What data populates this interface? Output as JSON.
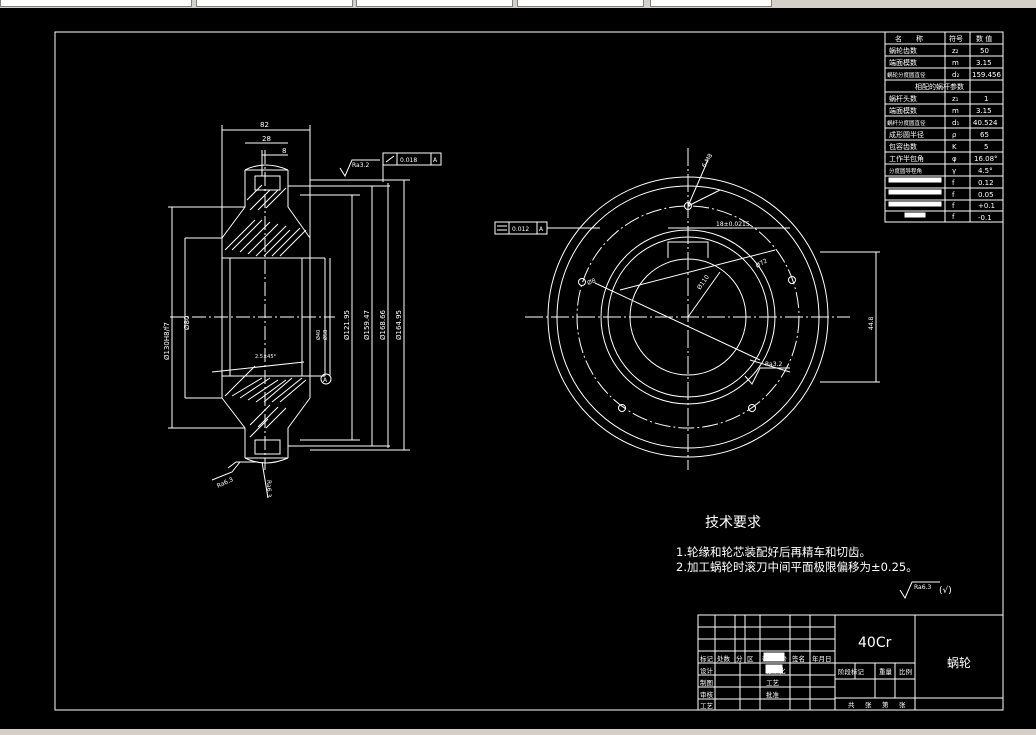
{
  "window": {
    "tabs": [
      "",
      "",
      "",
      "",
      ""
    ]
  },
  "params": {
    "header": [
      "名　　称",
      "符号",
      "数 值"
    ],
    "rows": [
      [
        "蜗轮齿数",
        "z₂",
        "50"
      ],
      [
        "端面模数",
        "m",
        "3.15"
      ],
      [
        "蜗轮分度圆直径",
        "d₂",
        "159.456"
      ]
    ],
    "subheader": "相配的蜗杆参数",
    "rows2": [
      [
        "蜗杆头数",
        "z₁",
        "1"
      ],
      [
        "端面模数",
        "m",
        "3.15"
      ],
      [
        "蜗杆分度圆直径",
        "d₁",
        "40.524"
      ],
      [
        "成形圆半径",
        "ρ",
        "65"
      ],
      [
        "包容齿数",
        "K",
        "5"
      ],
      [
        "工作半包角",
        "φ",
        "16.08°"
      ],
      [
        "分度圆导程角",
        "γ",
        "4.5°"
      ],
      [
        "",
        "f",
        "0.12"
      ],
      [
        "",
        "f",
        "0.05"
      ],
      [
        "",
        "f",
        "+0.1"
      ],
      [
        "",
        "f",
        "-0.1"
      ]
    ]
  },
  "side_view": {
    "dims": [
      "82",
      "28",
      "8",
      "Ø130H8/f7",
      "Ø80",
      "Ø40",
      "Ø58",
      "Ø121.95",
      "Ø159.47",
      "Ø168.66",
      "Ø164.95",
      "2.5×45°",
      "Ra3.2",
      "Ra6.3",
      "0.018",
      "A",
      "A",
      "Ra6.3"
    ]
  },
  "front_view": {
    "dims": [
      "6-M8",
      "18±0.0215",
      "Ø72",
      "Ø110",
      "Ø8",
      "0.012",
      "A",
      "Ra3.2",
      "44.8"
    ]
  },
  "requirements": {
    "title": "技术要求",
    "items": [
      "1.轮缘和轮芯装配好后再精车和切齿。",
      "2.加工蜗轮时滚刀中间平面极限偏移为±0.25。"
    ],
    "roughness": "Ra6.3",
    "roughness_suffix": "(√)"
  },
  "title_block": {
    "material": "40Cr",
    "part_name": "蜗轮",
    "row_labels": [
      "标记",
      "处数",
      "分",
      "区",
      "更改文件号",
      "签名",
      "年月日"
    ],
    "left_labels": [
      "设计",
      "制图",
      "审核",
      "工艺"
    ],
    "mid_labels": [
      "标准化",
      "工艺",
      "批准"
    ],
    "stage": [
      "阶段标记",
      "重量",
      "比例"
    ],
    "sheets": [
      "共",
      "张",
      "第",
      "张"
    ]
  },
  "colors": {
    "bg": "#000000",
    "line": "#ffffff",
    "chrome": "#d4d0c8"
  }
}
